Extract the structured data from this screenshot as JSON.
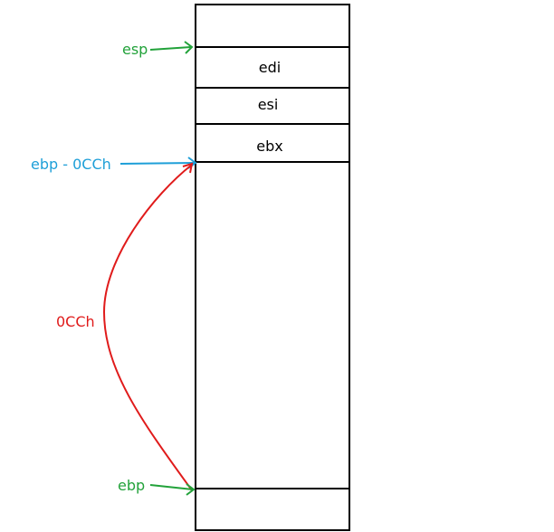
{
  "stack_cells": [
    {
      "label": ""
    },
    {
      "label": "edi"
    },
    {
      "label": "esi"
    },
    {
      "label": "ebx"
    },
    {
      "label": ""
    },
    {
      "label": ""
    }
  ],
  "pointers": {
    "esp": {
      "label": "esp",
      "color": "#22a23a"
    },
    "ebp_minus": {
      "label": "ebp - 0CCh",
      "color": "#1e9fd8"
    },
    "ebp": {
      "label": "ebp",
      "color": "#22a23a"
    }
  },
  "span": {
    "label": "0CCh",
    "color": "#e01b1b"
  },
  "colors": {
    "frame": "#000000",
    "background": "#ffffff"
  }
}
